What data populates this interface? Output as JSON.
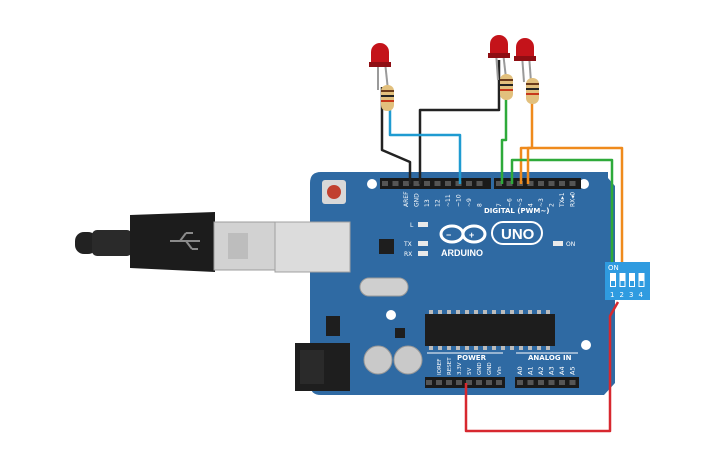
{
  "board": {
    "digital_header": "DIGITAL (PWM~)",
    "digital_pins": [
      "AREF",
      "GND",
      "13",
      "12",
      "~11",
      "~10",
      "~9",
      "8",
      "7",
      "~6",
      "~5",
      "4",
      "~3",
      "2",
      "TX▸1",
      "RX◂0"
    ],
    "tx_label": "TX",
    "rx_label": "RX",
    "l_label": "L",
    "brand": "ARDUINO",
    "model": "UNO",
    "on_label": "ON",
    "power_header": "POWER",
    "power_pins": [
      "IOREF",
      "RESET",
      "3.3V",
      "5V",
      "GND",
      "GND",
      "Vin"
    ],
    "analog_header": "ANALOG IN",
    "analog_pins": [
      "A0",
      "A1",
      "A2",
      "A3",
      "A4",
      "A5"
    ]
  },
  "dip_switch": {
    "on_label": "ON",
    "numbers": [
      "1",
      "2",
      "3",
      "4"
    ],
    "states": [
      "off",
      "off",
      "off",
      "off"
    ]
  },
  "colors": {
    "board": "#2f6aa3",
    "wire_black": "#222222",
    "wire_blue": "#1f9bd1",
    "wire_green": "#2eaa3a",
    "wire_orange": "#ef8a1c",
    "wire_red": "#d7282f",
    "led": "#c4131a",
    "dip": "#2f9be0"
  },
  "icons": [
    "usb-icon",
    "arduino-infinity-logo-icon"
  ]
}
